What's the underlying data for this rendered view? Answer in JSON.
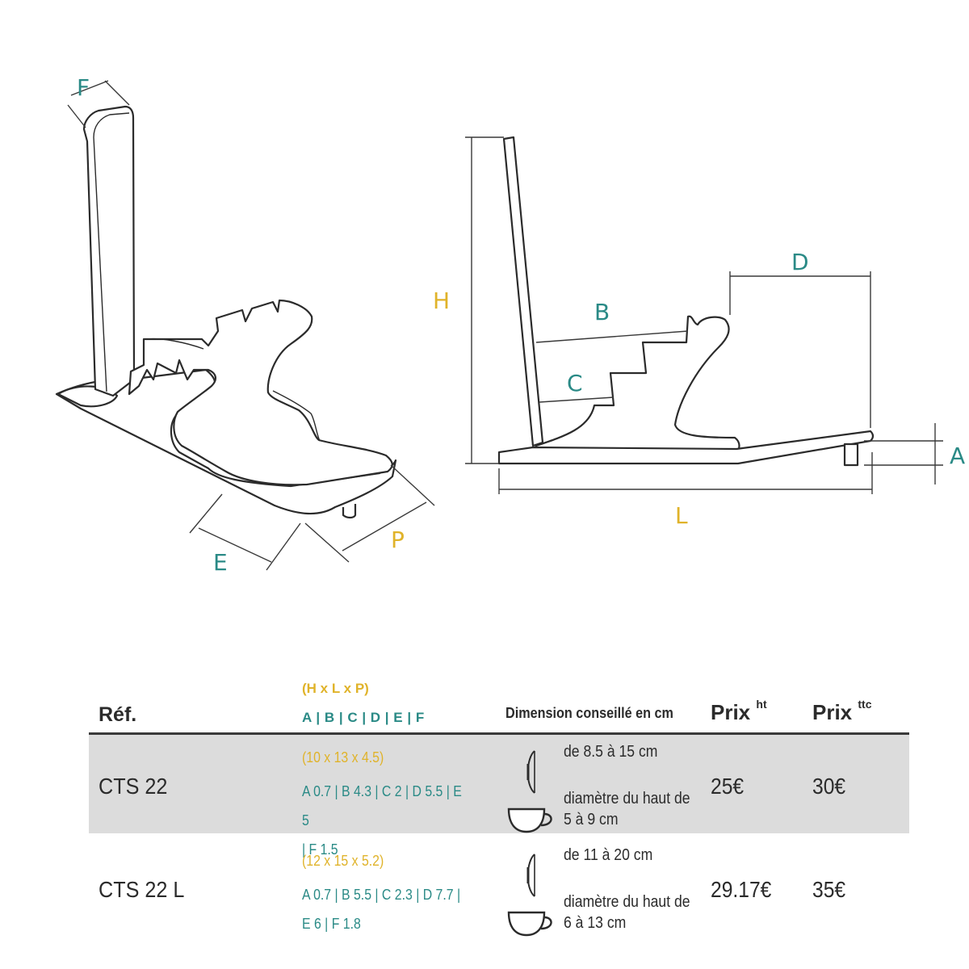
{
  "labels": {
    "F": "F",
    "H": "H",
    "B": "B",
    "C": "C",
    "D": "D",
    "A": "A",
    "L": "L",
    "E": "E",
    "P": "P"
  },
  "colors": {
    "teal": "#2a8a86",
    "gold": "#e0b32a",
    "line": "#2b2b2b",
    "shade": "#dcdcdc"
  },
  "table": {
    "headers": {
      "ref": "Réf.",
      "hlp": "(H x L x P)",
      "abc": "A | B | C | D | E | F",
      "dim": "Dimension conseillé en cm",
      "prix": "Prix",
      "ht": "ht",
      "ttc": "ttc"
    },
    "rows": [
      {
        "ref": "CTS 22",
        "hlp": "(10 x 13 x 4.5)",
        "vals_1": "A 0.7 | B 4.3 | C 2 | D 5.5 | E 5",
        "vals_2": "| F 1.5",
        "dim_saucer": "de 8.5 à 15 cm",
        "dim_cup": "diamètre du haut de 5 à 9 cm",
        "prix_ht": "25€",
        "prix_ttc": "30€",
        "icons": [
          "saucer-icon",
          "cup-icon"
        ]
      },
      {
        "ref": "CTS 22 L",
        "hlp": "(12 x 15 x 5.2)",
        "vals_1": "A 0.7 | B 5.5 | C 2.3 | D 7.7 |",
        "vals_2": "E 6 | F 1.8",
        "dim_saucer": "de 11 à 20 cm",
        "dim_cup": "diamètre du haut de 6 à 13 cm",
        "prix_ht": "29.17€",
        "prix_ttc": "35€",
        "icons": [
          "saucer-icon",
          "cup-icon"
        ]
      }
    ]
  }
}
